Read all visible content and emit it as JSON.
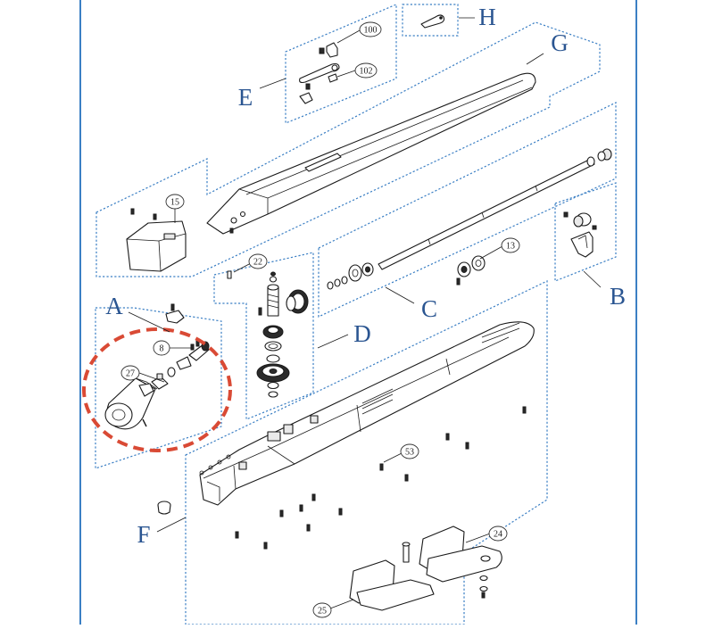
{
  "group_labels": {
    "A": "A",
    "B": "B",
    "C": "C",
    "D": "D",
    "E": "E",
    "F": "F",
    "G": "G",
    "H": "H"
  },
  "part_numbers": {
    "p100": "100",
    "p102": "102",
    "p15": "15",
    "p22": "22",
    "p13": "13",
    "p8": "8",
    "p27": "27",
    "p53": "53",
    "p24": "24",
    "p25": "25"
  },
  "colors": {
    "frame": "#3b7fc4",
    "group_dash": "#3b7fc4",
    "label_text": "#2a5591",
    "highlight_circle": "#d94a35",
    "part_stroke": "#1a1a1a"
  }
}
